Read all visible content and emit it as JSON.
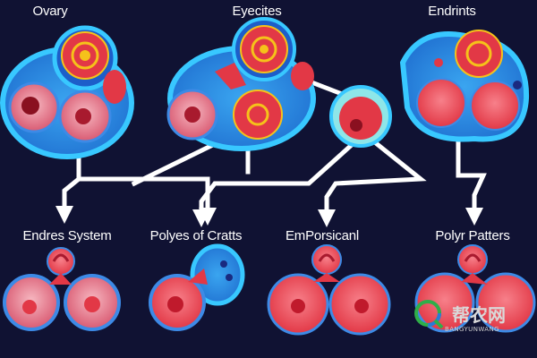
{
  "top_labels": {
    "ovary": "Ovary",
    "eyecites": "Eyecites",
    "endrints": "Endrints"
  },
  "bottom_labels": {
    "endres_system": "Endres System",
    "polyes_of_cratts": "Polyes of Cratts",
    "emporsicant": "EmPorsicanl",
    "polyr_patters": "Polyr Patters"
  },
  "watermark": {
    "text": "帮农网",
    "subtext": "BANGYUNWANG"
  },
  "colors": {
    "background": "#101233",
    "cell_blue": "#2e8fe0",
    "cell_outline": "#38c8ff",
    "cell_red": "#e8354a",
    "cell_pink": "#e87a8a",
    "nucleus_yellow": "#f5c21a",
    "arrow": "#ffffff"
  }
}
